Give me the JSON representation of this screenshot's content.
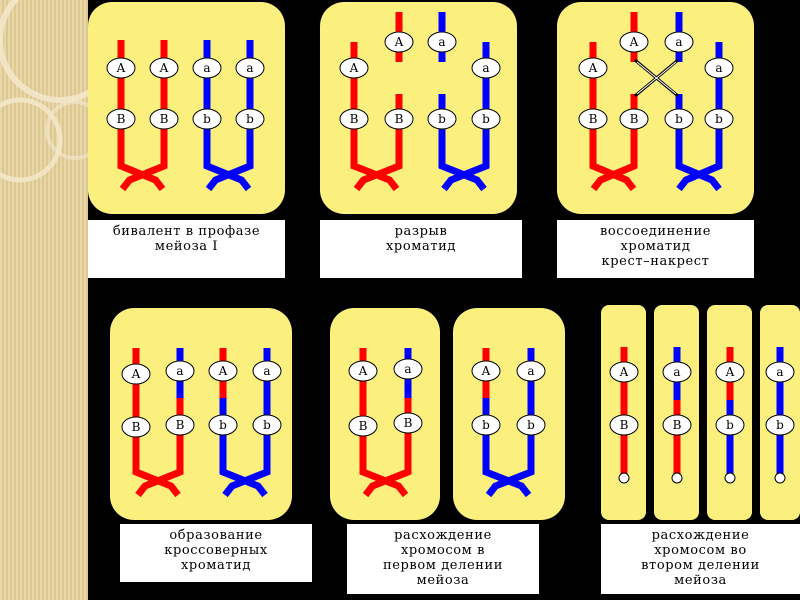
{
  "captions": {
    "c1": [
      "бивалент в профазе",
      "мейоза I"
    ],
    "c2": [
      "разрыв",
      "хроматид"
    ],
    "c3": [
      "воссоединение",
      "хроматид",
      "крест–накрест"
    ],
    "c4": [
      "образование",
      "кроссоверных",
      "хроматид"
    ],
    "c5": [
      "расхождение",
      "хромосом в",
      "первом делении",
      "мейоза"
    ],
    "c6": [
      "расхождение",
      "хромосом во",
      "втором делении",
      "мейоза"
    ]
  },
  "alleles": {
    "A": "A",
    "a": "a",
    "B": "B",
    "b": "b"
  },
  "colors": {
    "background": "#000000",
    "panel": "#fbf07e",
    "maternal": "#ff0000",
    "paternal": "#0000ff",
    "sidebar": "#e8d7a6"
  }
}
